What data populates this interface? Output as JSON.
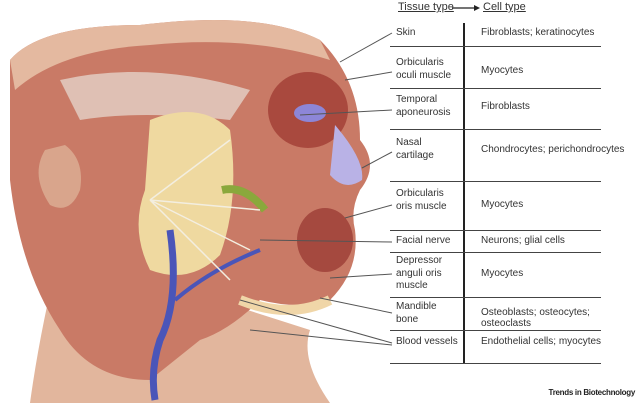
{
  "header": {
    "tissue_type": "Tissue type",
    "cell_type": "Cell type"
  },
  "rows": [
    {
      "tissue": "Skin",
      "cells": "Fibroblasts; keratinocytes"
    },
    {
      "tissue": "Orbicularis oculi muscle",
      "cells": "Myocytes"
    },
    {
      "tissue": "Temporal aponeurosis",
      "cells": "Fibroblasts"
    },
    {
      "tissue": "Nasal cartilage",
      "cells": "Chondrocytes; perichondrocytes"
    },
    {
      "tissue": "Orbicularis oris muscle",
      "cells": "Myocytes"
    },
    {
      "tissue": "Facial nerve",
      "cells": "Neurons; glial cells"
    },
    {
      "tissue": "Depressor anguli oris muscle",
      "cells": "Myocytes"
    },
    {
      "tissue": "Mandible bone",
      "cells": "Osteoblasts; osteocytes; osteoclasts"
    },
    {
      "tissue": "Blood vessels",
      "cells": "Endothelial cells; myocytes"
    }
  ],
  "credit": "Trends in Biotechnology",
  "colors": {
    "muscle": "#b5574a",
    "gland": "#efd9a0",
    "vein": "#4a55b8",
    "nerve": "#f3eee0",
    "cartilage": "#b9b2e6",
    "skin": "#e8c0a8"
  }
}
